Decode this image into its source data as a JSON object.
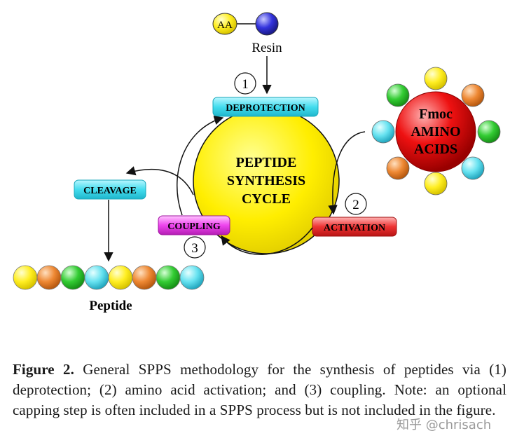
{
  "resin": {
    "aa_label": "AA",
    "resin_label": "Resin"
  },
  "steps": {
    "deprotection": {
      "number": "1",
      "label": "DEPROTECTION"
    },
    "activation": {
      "number": "2",
      "label": "ACTIVATION"
    },
    "coupling": {
      "number": "3",
      "label": "COUPLING"
    },
    "cleavage": {
      "label": "CLEAVAGE"
    }
  },
  "cycle": {
    "line1": "PEPTIDE",
    "line2": "SYNTHESIS",
    "line3": "CYCLE"
  },
  "amino_acids": {
    "line1": "Fmoc",
    "line2": "AMINO",
    "line3": "ACIDS"
  },
  "peptide": {
    "label": "Peptide"
  },
  "caption": {
    "label": "Figure 2.",
    "text": " General SPPS methodology for the synthesis of peptides via (1) deprotection; (2) amino acid activation; and (3) coupling. Note: an optional capping step is often included in a SPPS process but is not included in the figure."
  },
  "watermark": "知乎 @chrisach",
  "colors": {
    "cycle_fill": "#ffee00",
    "deprotection_box": "#33ddee",
    "activation_box": "#ee3333",
    "coupling_box": "#ee44ee",
    "cleavage_box": "#44ddee",
    "amino_acid_center": "#ee1111",
    "bead_yellow": "#ffee33",
    "bead_orange": "#ee8833",
    "bead_green": "#33cc33",
    "bead_cyan": "#55ddee",
    "resin_blue": "#3333dd"
  }
}
